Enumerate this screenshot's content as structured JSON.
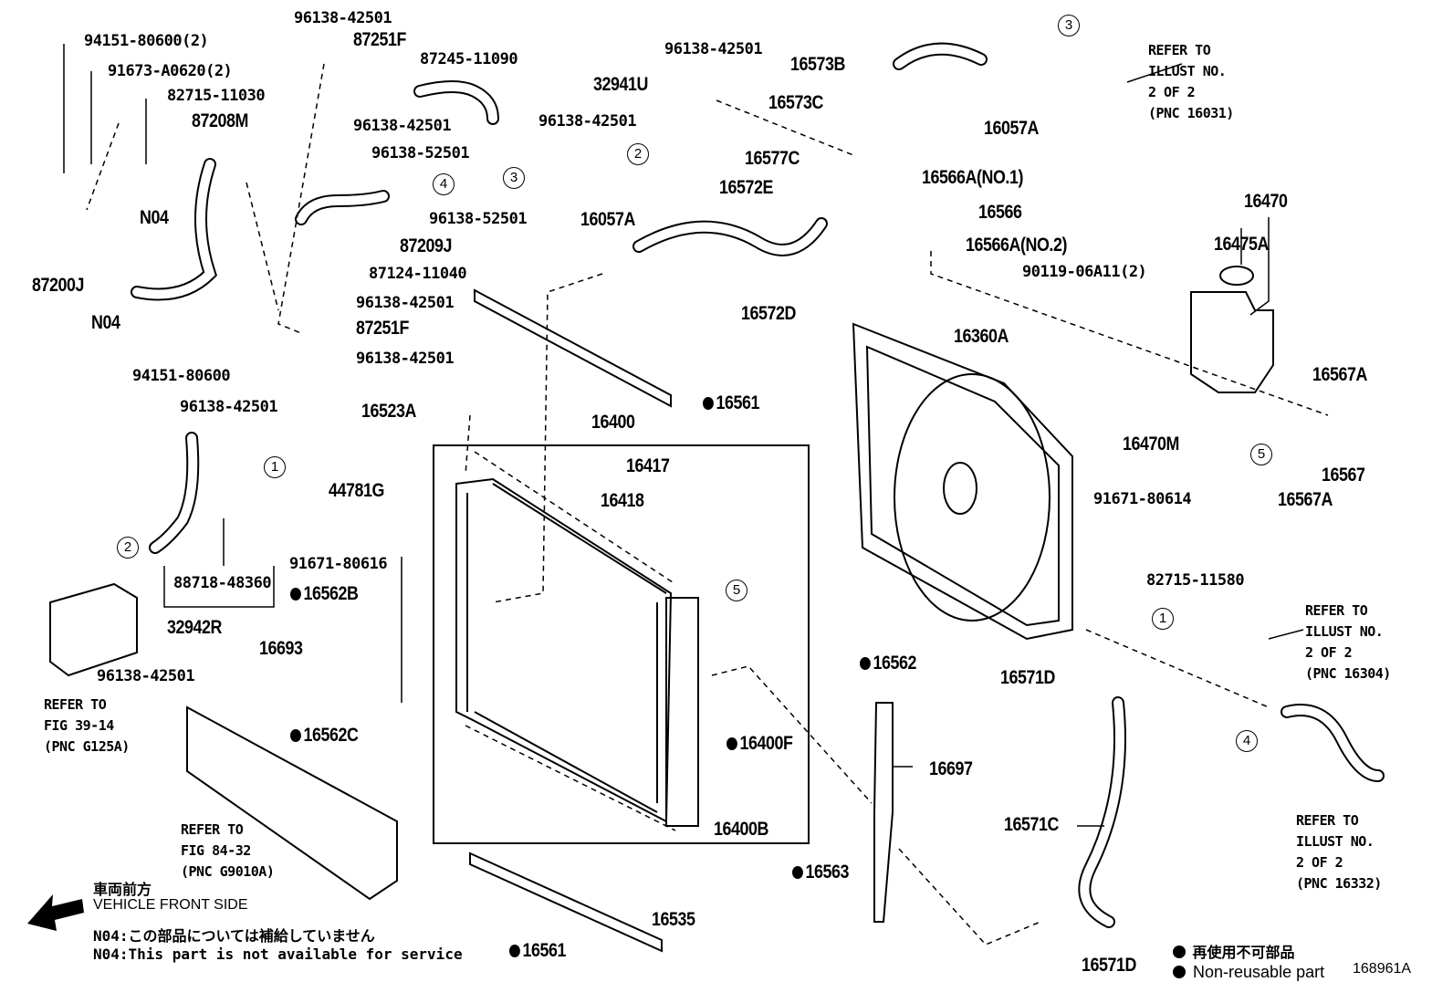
{
  "labels": [
    "94151-80600(2)",
    "91673-A0620(2)",
    "82715-11030",
    "87208M",
    "N04",
    "87200J",
    "N04",
    "94151-80600",
    "96138-42501",
    "87251F",
    "87245-11090",
    "96138-42501",
    "96138-52501",
    "96138-52501",
    "87209J",
    "87124-11040",
    "96138-42501",
    "87251F",
    "96138-42501",
    "96138-42501",
    "32941U",
    "96138-42501",
    "16573B",
    "16573C",
    "16577C",
    "16566A(NO.1)",
    "16572E",
    "16566",
    "16566A(NO.2)",
    "16057A",
    "REFER TO\nILLUST NO.\n2 OF 2\n(PNC 16031)",
    "16057A",
    "16572D",
    "16470",
    "16475A",
    "90119-06A11(2)",
    "16360A",
    "16567A",
    "16470M",
    "16567",
    "16567A",
    "91671-80614",
    "82715-11580",
    "REFER TO\nILLUST NO.\n2 OF 2\n(PNC 16304)",
    "16571D",
    "REFER TO\nILLUST NO.\n2 OF 2\n(PNC 16332)",
    "16571C",
    "16571D",
    "16697",
    "16562",
    "16563",
    "16561",
    "16523A",
    "16400",
    "16417",
    "16418",
    "16400F",
    "16400B",
    "16535",
    "16561",
    "96138-42501",
    "44781G",
    "91671-80616",
    "88718-48360",
    "32942R",
    "16562B",
    "16693",
    "16562C",
    "96138-42501",
    "REFER TO\nFIG 39-14\n(PNC G125A)",
    "REFER TO\nFIG 84-32\n(PNC G9010A)"
  ],
  "callouts": [
    "3",
    "2",
    "3",
    "4",
    "1",
    "2",
    "5",
    "5",
    "1",
    "4"
  ],
  "notes": {
    "front_jp": "車両前方",
    "front_en": "VEHICLE FRONT SIDE",
    "n04_jp": "N04:この部品については補給していません",
    "n04_en": "N04:This part is not available for service",
    "legend_jp": "再使用不可部品",
    "legend_en": "Non-reusable part",
    "figure_id": "168961A"
  },
  "icons": {
    "non_reusable_marker": "filled-circle",
    "direction": "arrow-left"
  }
}
